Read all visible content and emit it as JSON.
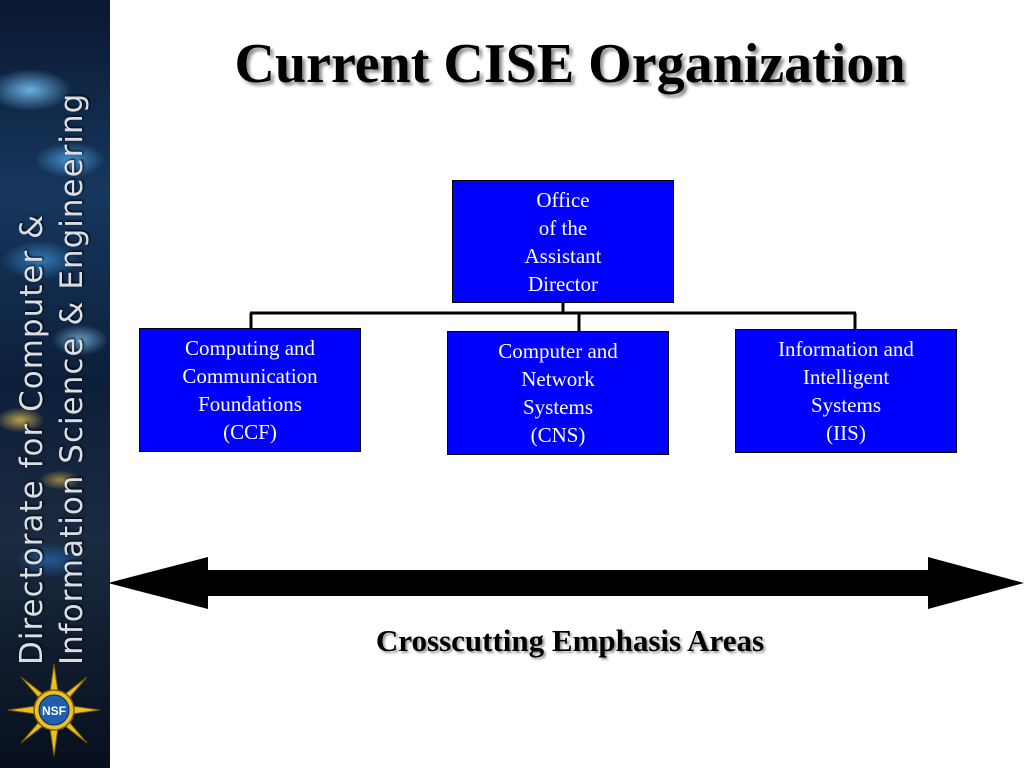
{
  "slide": {
    "title": "Current CISE Organization",
    "caption": "Crosscutting Emphasis Areas"
  },
  "banner": {
    "line1": "Directorate for Computer &",
    "line2": "Information Science & Engineering",
    "logo_text": "NSF",
    "colors": {
      "background": "#0a1830",
      "text": "#d8dde6",
      "logo_gold": "#e8c02a",
      "logo_blue": "#1f5fb0"
    }
  },
  "org_chart": {
    "box_color": "#0000ff",
    "text_color": "#ffffff",
    "root": {
      "lines": [
        "Office",
        "of the",
        "Assistant",
        "Director"
      ]
    },
    "children": [
      {
        "lines": [
          "Computing and",
          "Communication",
          "Foundations",
          "(CCF)"
        ]
      },
      {
        "lines": [
          "Computer and",
          "Network",
          "Systems",
          "(CNS)"
        ]
      },
      {
        "lines": [
          "Information and",
          "Intelligent",
          "Systems",
          "(IIS)"
        ]
      }
    ]
  }
}
